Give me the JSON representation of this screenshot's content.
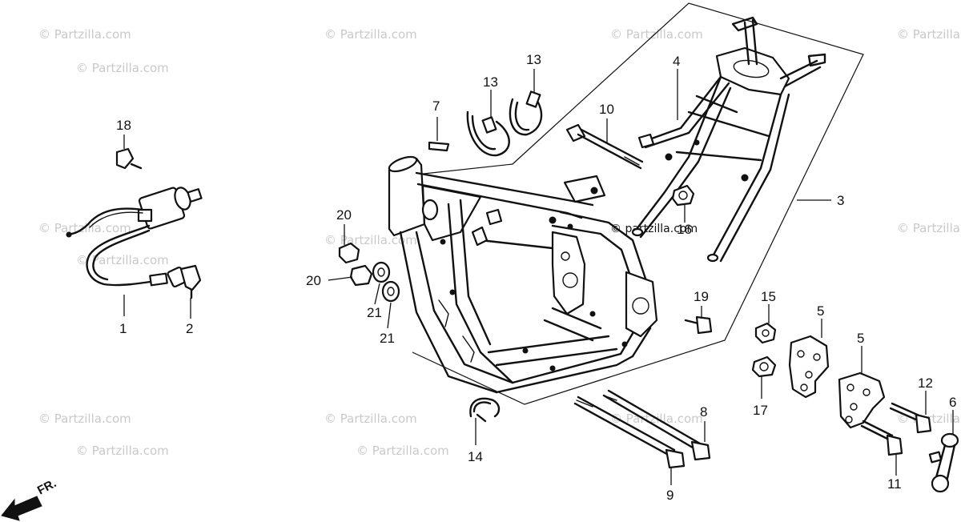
{
  "diagram": {
    "watermark_text": "© Partzilla.com",
    "watermark_inline_text": "© partzilla.com",
    "direction_label": "FR.",
    "callouts": {
      "c1": "1",
      "c2": "2",
      "c3": "3",
      "c4": "4",
      "c5a": "5",
      "c5b": "5",
      "c6": "6",
      "c7": "7",
      "c8": "8",
      "c9": "9",
      "c10": "10",
      "c11": "11",
      "c12": "12",
      "c13a": "13",
      "c13b": "13",
      "c14": "14",
      "c15": "15",
      "c16": "16",
      "c17": "17",
      "c18": "18",
      "c19": "19",
      "c20a": "20",
      "c20b": "20",
      "c21a": "21",
      "c21b": "21"
    }
  }
}
